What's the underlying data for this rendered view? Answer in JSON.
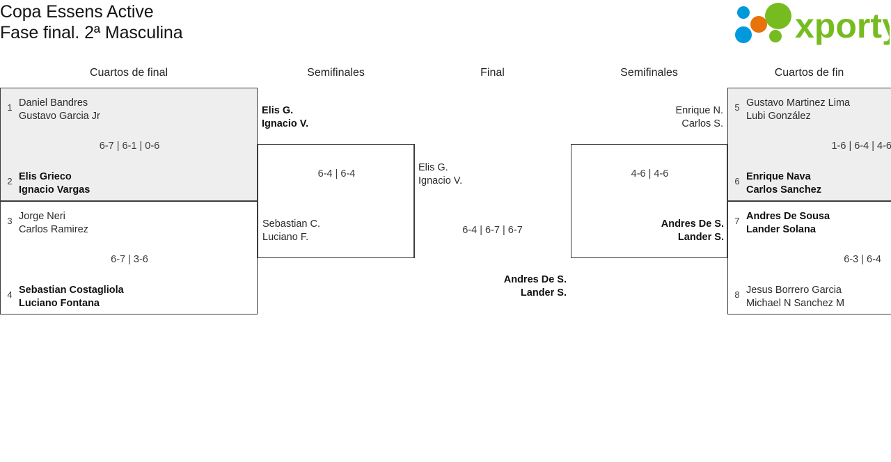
{
  "header": {
    "title_line1": "Copa Essens Active",
    "title_line2": "Fase final. 2ª Masculina",
    "logo_text": "xporty",
    "logo_colors": {
      "green": "#76bc21",
      "orange": "#e8720c",
      "blue": "#0099db"
    }
  },
  "rounds": [
    {
      "label": "Cuartos de final"
    },
    {
      "label": "Semifinales"
    },
    {
      "label": "Final"
    },
    {
      "label": "Semifinales"
    },
    {
      "label": "Cuartos de fin"
    }
  ],
  "matches": {
    "qf1": {
      "shaded": true,
      "top": {
        "seed": "1",
        "p1": "Daniel Bandres",
        "p2": "Gustavo Garcia Jr",
        "winner": false
      },
      "bottom": {
        "seed": "2",
        "p1": "Elis Grieco",
        "p2": "Ignacio Vargas",
        "winner": true
      },
      "score": "6-7 | 6-1 | 0-6"
    },
    "qf2": {
      "shaded": false,
      "top": {
        "seed": "3",
        "p1": "Jorge Neri",
        "p2": "Carlos Ramirez",
        "winner": false
      },
      "bottom": {
        "seed": "4",
        "p1": "Sebastian Costagliola",
        "p2": "Luciano Fontana",
        "winner": true
      },
      "score": "6-7 | 3-6"
    },
    "qf3": {
      "shaded": true,
      "top": {
        "seed": "5",
        "p1": "Gustavo Martinez Lima",
        "p2": "Lubi González",
        "winner": false
      },
      "bottom": {
        "seed": "6",
        "p1": "Enrique Nava",
        "p2": "Carlos Sanchez",
        "winner": true
      },
      "score": "1-6 | 6-4 | 4-6"
    },
    "qf4": {
      "shaded": false,
      "top": {
        "seed": "7",
        "p1": "Andres De Sousa",
        "p2": "Lander Solana",
        "winner": true
      },
      "bottom": {
        "seed": "8",
        "p1": "Jesus Borrero Garcia",
        "p2": "Michael N Sanchez M",
        "winner": false
      },
      "score": "6-3 | 6-4"
    },
    "sf1": {
      "top": {
        "p1": "Elis G.",
        "p2": "Ignacio V.",
        "winner": true
      },
      "bottom": {
        "p1": "Sebastian C.",
        "p2": "Luciano F.",
        "winner": false
      },
      "score": "6-4 | 6-4"
    },
    "sf2": {
      "top": {
        "p1": "Enrique N.",
        "p2": "Carlos S.",
        "winner": false
      },
      "bottom": {
        "p1": "Andres De S.",
        "p2": "Lander S.",
        "winner": true
      },
      "score": "4-6 | 4-6"
    },
    "final": {
      "left": {
        "p1": "Elis G.",
        "p2": "Ignacio V.",
        "winner": false
      },
      "right": {
        "p1": "Andres De S.",
        "p2": "Lander S.",
        "winner": true
      },
      "score": "6-4 | 6-7 | 6-7"
    }
  }
}
